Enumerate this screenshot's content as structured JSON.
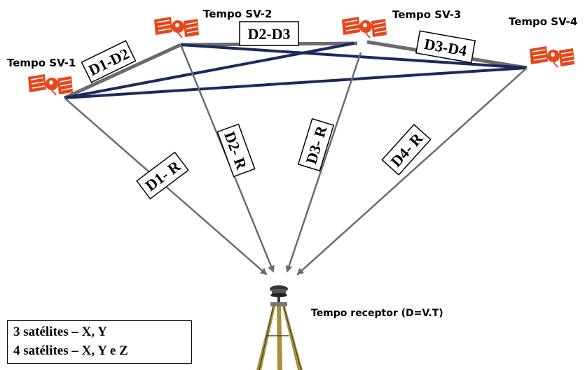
{
  "satellites": [
    {
      "id": "sv1",
      "label": "Tempo SV-1"
    },
    {
      "id": "sv2",
      "label": "Tempo SV-2"
    },
    {
      "id": "sv3",
      "label": "Tempo SV-3"
    },
    {
      "id": "sv4",
      "label": "Tempo SV-4"
    }
  ],
  "receiver_label": "Tempo receptor (D=V.T)",
  "inter_satellite_distances": [
    "D1-D2",
    "D2-D3",
    "D3-D4"
  ],
  "range_labels": [
    "D1- R",
    "D2- R",
    "D3- R",
    "D4- R"
  ],
  "legend": {
    "line1": "3 satélites – X, Y",
    "line2": "4 satélites – X, Y e Z"
  },
  "colors": {
    "satellite": "#e8461b",
    "range_line": "#6b6b6b",
    "cross_link": "#1a2a5e"
  }
}
